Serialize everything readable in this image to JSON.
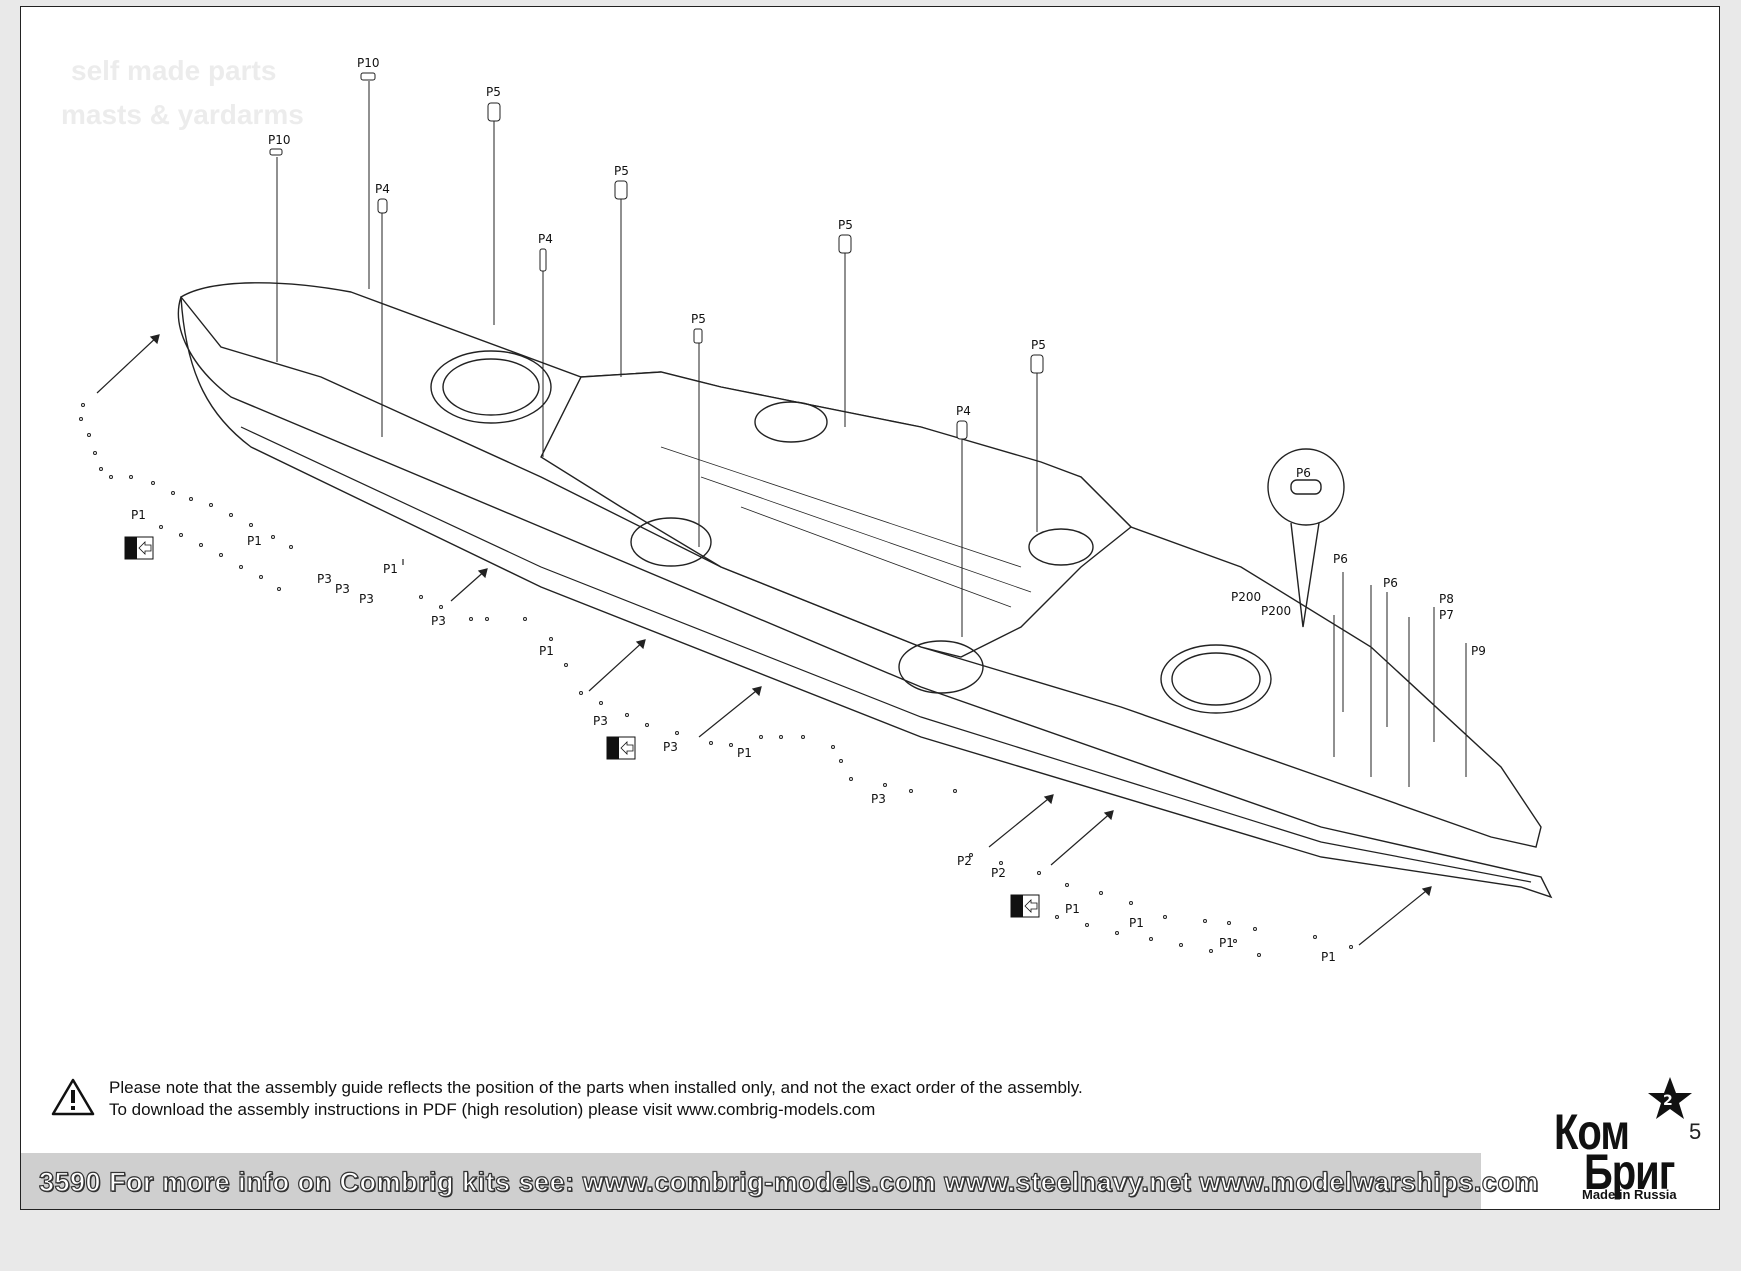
{
  "ghost_text": {
    "line1": "self made parts",
    "line2": "masts & yardarms"
  },
  "labels": {
    "p1": "P1",
    "p2": "P2",
    "p3": "P3",
    "p4": "P4",
    "p5": "P5",
    "p6": "P6",
    "p7": "P7",
    "p8": "P8",
    "p9": "P9",
    "p10": "P10",
    "p200": "P200"
  },
  "note": {
    "line1": "Please note that the assembly guide reflects the position of the parts when installed only, and not the exact order of the assembly.",
    "line2": "To download the assembly instructions in PDF (high resolution) please visit www.combrig-models.com"
  },
  "footer": {
    "text": "3590  For more info on Combrig kits see: www.combrig-models.com www.steelnavy.net  www.modelwarships.com"
  },
  "logo": {
    "line1": "Ком",
    "line2": "Бриг",
    "made_in": "Made in Russia"
  },
  "page_number": "5",
  "colors": {
    "ink": "#111111",
    "paper": "#ffffff",
    "footer_bar": "#cfcfcf"
  }
}
